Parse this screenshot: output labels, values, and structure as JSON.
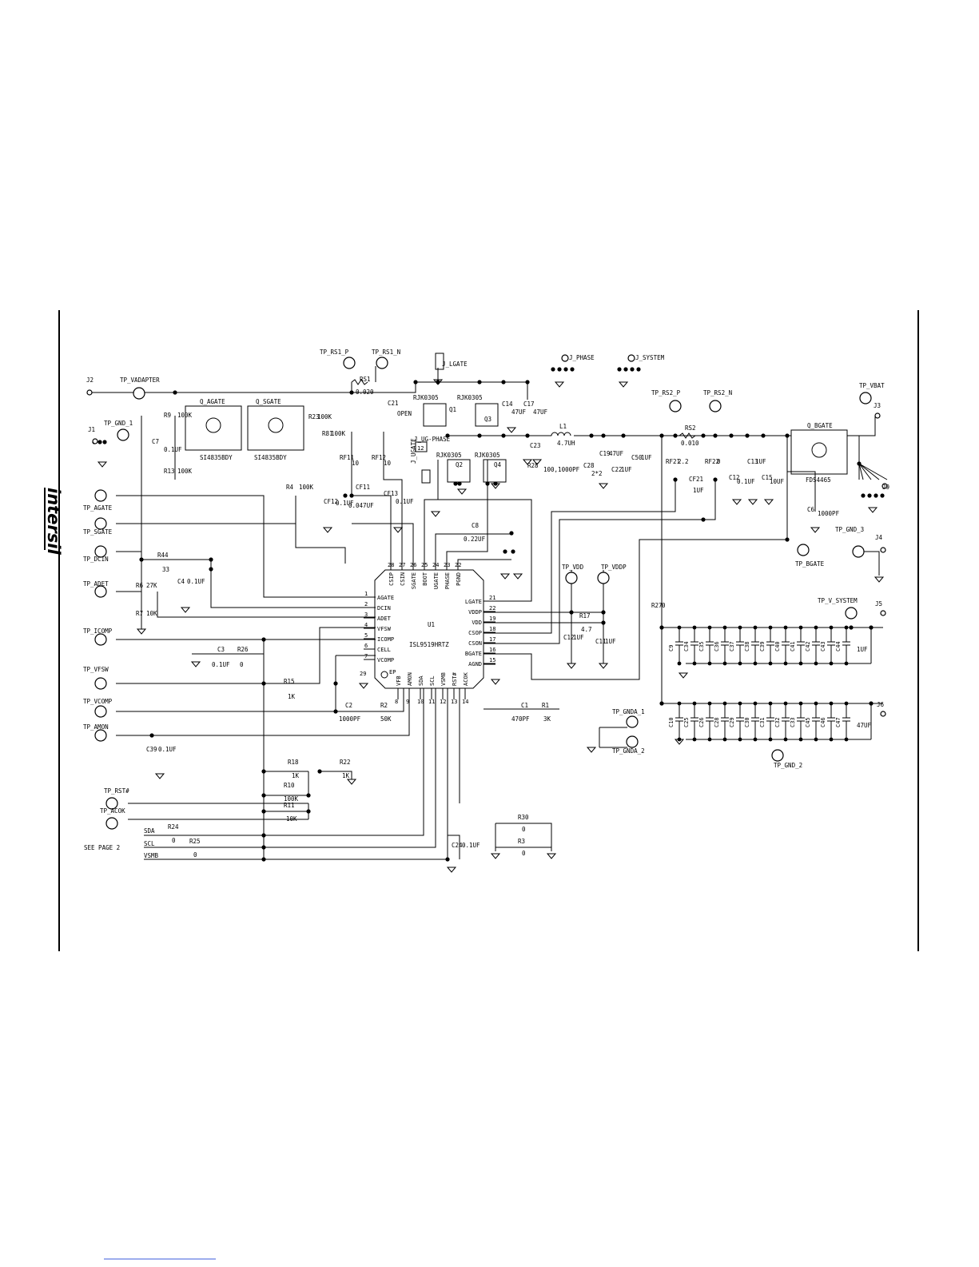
{
  "brand": {
    "logo_text": "intersil"
  },
  "ic": {
    "ref": "U1",
    "part": "ISL9519HRTZ",
    "left_pins": [
      {
        "num": "1",
        "name": "AGATE"
      },
      {
        "num": "2",
        "name": "DCIN"
      },
      {
        "num": "3",
        "name": "ADET"
      },
      {
        "num": "4",
        "name": "VFSW"
      },
      {
        "num": "5",
        "name": "ICOMP"
      },
      {
        "num": "6",
        "name": "CELL"
      },
      {
        "num": "7",
        "name": "VCOMP"
      }
    ],
    "right_pins": [
      {
        "num": "21",
        "name": "LGATE"
      },
      {
        "num": "22",
        "name": "VDDP"
      },
      {
        "num": "19",
        "name": "VDD"
      },
      {
        "num": "18",
        "name": "CSOP"
      },
      {
        "num": "17",
        "name": "CSON"
      },
      {
        "num": "16",
        "name": "BGATE"
      },
      {
        "num": "15",
        "name": "AGND"
      }
    ],
    "top_pins": [
      {
        "num": "28",
        "name": "CSIP"
      },
      {
        "num": "27",
        "name": "CSIN"
      },
      {
        "num": "26",
        "name": "SGATE"
      },
      {
        "num": "25",
        "name": "BOOT"
      },
      {
        "num": "24",
        "name": "UGATE"
      },
      {
        "num": "23",
        "name": "PHASE"
      },
      {
        "num": "22",
        "name": "PGND"
      }
    ],
    "bottom_pins": [
      {
        "num": "8",
        "name": "VFB"
      },
      {
        "num": "9",
        "name": "AMON"
      },
      {
        "num": "10",
        "name": "SDA"
      },
      {
        "num": "11",
        "name": "SCL"
      },
      {
        "num": "12",
        "name": "VSMB"
      },
      {
        "num": "13",
        "name": "RST#"
      },
      {
        "num": "14",
        "name": "ACOK"
      }
    ],
    "pad_num": "29",
    "pad_label": "EP"
  },
  "test_points": {
    "vadapter": "TP_VADAPTER",
    "gnd1": "TP_GND_1",
    "agate": "TP_AGATE",
    "sgate": "TP_SGATE",
    "dcin": "TP_DCIN",
    "adet": "TP_ADET",
    "icomp": "TP_ICOMP",
    "vfsw": "TP_VFSW",
    "vcomp": "TP_VCOMP",
    "amon": "TP_AMON",
    "rst": "TP_RST#",
    "acok": "TP_ACOK",
    "rs1p": "TP_RS1_P",
    "rs1n": "TP_RS1_N",
    "rs2p": "TP_RS2_P",
    "rs2n": "TP_RS2_N",
    "vbat": "TP_VBAT",
    "gnd3": "TP_GND_3",
    "bgate": "TP_BGATE",
    "vdd": "TP_VDD",
    "vddp": "TP_VDDP",
    "vsystem": "TP_V_SYSTEM",
    "gnda1": "TP_GNDA_1",
    "gnda2": "TP_GNDA_2",
    "gnd2": "TP_GND_2"
  },
  "jumpers": {
    "j1": "J1",
    "j2": "J2",
    "j3": "J3",
    "j4": "J4",
    "j5": "J5",
    "j6": "J6",
    "j9": "J9",
    "jlgate": "J_LGATE",
    "jphase": "J_PHASE",
    "jsystem": "J_SYSTEM",
    "jugate": "J_UGATE",
    "juphase": "J_UG-PHASE",
    "jug_num": "12"
  },
  "components": {
    "q_agate": "Q_AGATE",
    "q_sgate": "Q_SGATE",
    "si_a": "SI4835BDY",
    "si_b": "SI4835BDY",
    "q_bgate": "Q_BGATE",
    "fds": "FDS4465",
    "q1": "Q1",
    "q2": "Q2",
    "q3": "Q3",
    "q4": "Q4",
    "rjk1": "RJK0305",
    "rjk2": "RJK0305",
    "rjk3": "RJK0305",
    "rjk4": "RJK0305",
    "rs1": "RS1",
    "rs1_val": "0.020",
    "rs2": "RS2",
    "rs2_val": "0.010",
    "l1": "L1",
    "l1_val": "4.7UH",
    "r9": "R9",
    "r9_val": "100K",
    "r13": "R13",
    "r13_val": "100K",
    "r23": "R23",
    "r23_val": "100K",
    "r81": "R81",
    "r81_val": "100K",
    "r4": "R4",
    "r4_val": "100K",
    "rf11": "RF11",
    "rf11_val": "10",
    "rf12": "RF12",
    "rf12_val": "10",
    "rf21": "RF21",
    "rf21_val": "2.2",
    "rf22": "RF22",
    "rf22_val": "0",
    "r44": "R44",
    "r44_val": "33",
    "r6": "R6",
    "r6_val": "27K",
    "r7": "R7",
    "r7_val": "10K",
    "r26": "R26",
    "r26_val": "0",
    "r15": "R15",
    "r15_val": "1K",
    "r2": "R2",
    "r2_val": "50K",
    "r1": "R1",
    "r1_val": "3K",
    "r17": "R17",
    "r17_val": "4.7",
    "r27": "R27",
    "r27_val": "0",
    "r18": "R18",
    "r18_val": "1K",
    "r22": "R22",
    "r22_val": "1K",
    "r19": "R10",
    "r19_val": "100K",
    "r11": "R11",
    "r11_val": "10K",
    "r24": "R24",
    "r24_val": "0",
    "r25": "R25",
    "r25_val": "0",
    "r30": "R30",
    "r30_val": "0",
    "r3": "R3",
    "r3_val": "0",
    "c7": "C7",
    "c7_val": "0.1UF",
    "c4": "C4",
    "c4_val": "0.1UF",
    "c3": "C3",
    "c3_val": "0.1UF",
    "c2": "C2",
    "c2_val": "1000PF",
    "c1": "C1",
    "c1_val": "470PF",
    "c39": "C39",
    "c39_val": "0.1UF",
    "c24": "C24",
    "c24_val": "0.1UF",
    "c8": "C8",
    "c8_val": "0.22UF",
    "cf11": "CF11",
    "cf11_val": "0.047UF",
    "cf12": "CF12",
    "cf12_val": "0.1UF",
    "cf13": "CF13",
    "cf13_val": "0.1UF",
    "cf21": "CF21",
    "cf21_val": "1UF",
    "c21": "C21",
    "c21_val": "OPEN",
    "c14": "C14",
    "c14_val": "47UF",
    "c17": "C17",
    "c17_val": "47UF",
    "c23": "C23",
    "c23_val": "100,1000PF",
    "r28": "R28",
    "c28": "C28",
    "c28_val": "2*2",
    "c19": "C19",
    "c19_val": "47UF",
    "c22": "C22",
    "c22_val": "1UF",
    "c50": "C50",
    "c50_val": "1UF",
    "c12": "C12",
    "c12_val": "0.1UF",
    "c13": "C13",
    "c13_val": "1UF",
    "c15": "C15",
    "c15_val": "10UF",
    "c6": "C6",
    "c6_val": "1000PF",
    "c12b": "C12",
    "c12b_val": "1UF",
    "c11": "C11",
    "c11_val": "1UF"
  },
  "cap_bank_top": [
    "C9",
    "C34",
    "C35",
    "C36",
    "C37",
    "C38",
    "C39",
    "C40",
    "C41",
    "C42",
    "C43",
    "C44"
  ],
  "cap_bank_top_val": "1UF",
  "cap_bank_bottom": [
    "C10",
    "C25",
    "C26",
    "C28",
    "C29",
    "C30",
    "C31",
    "C32",
    "C33",
    "C45",
    "C46",
    "C47"
  ],
  "cap_bank_bottom_val": "47UF",
  "nets": {
    "sda": "SDA",
    "scl": "SCL",
    "vsmb": "VSMB",
    "see_page": "SEE PAGE 2"
  }
}
